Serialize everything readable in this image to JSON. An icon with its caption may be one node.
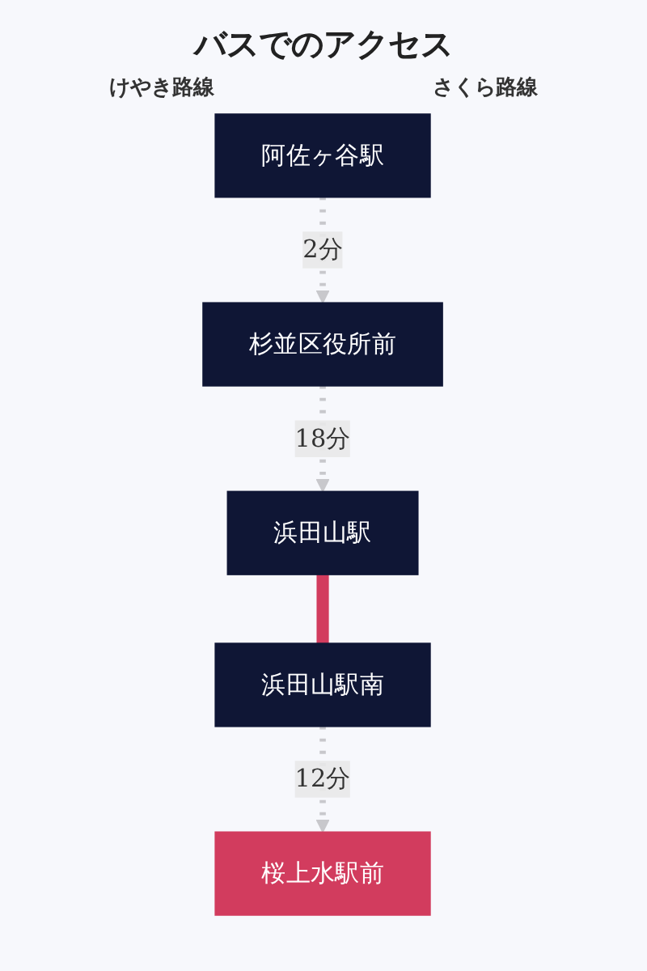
{
  "diagram": {
    "title": "バスでのアクセス",
    "nodes": [
      {
        "text": [
          "阿佐ヶ谷駅"
        ]
      },
      {
        "text": [
          "杉並区役所前"
        ]
      },
      {
        "text": [
          "浜田山駅"
        ]
      },
      {
        "text": [
          "浜田山駅南"
        ]
      },
      {
        "text": [
          "桜上水駅前"
        ]
      }
    ],
    "edges": [
      {
        "from": 0,
        "to": 1,
        "arrow": "to",
        "label": "2分",
        "style": "dashed"
      },
      {
        "from": 1,
        "to": 2,
        "arrow": "to",
        "label": "18分",
        "style": "dashed"
      },
      {
        "from": 2,
        "to": 3,
        "arrow": "none",
        "style": "thick",
        "color": "#d23c5e"
      },
      {
        "from": 3,
        "to": 4,
        "arrow": "to",
        "label": "12分",
        "style": "dashed"
      }
    ],
    "labels": [
      "けやき路線",
      "さくら路線"
    ]
  }
}
